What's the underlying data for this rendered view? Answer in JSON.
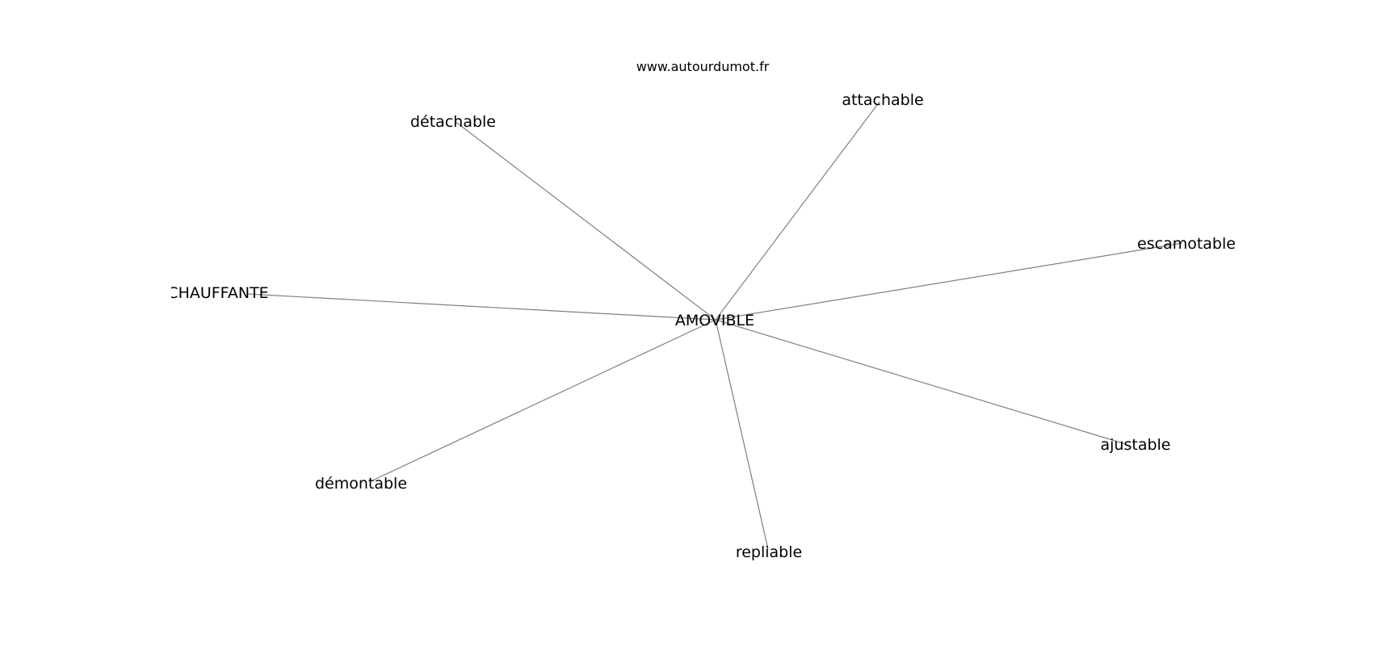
{
  "site": "www.autourdumot.fr",
  "center": "AMOVIBLE",
  "related": [
    "détachable",
    "attachable",
    "escamotable",
    "CHAUFFANTE",
    "ajustable",
    "démontable",
    "repliable"
  ],
  "colors": {
    "edge": "#808080",
    "text": "#000000",
    "background": "#ffffff"
  }
}
